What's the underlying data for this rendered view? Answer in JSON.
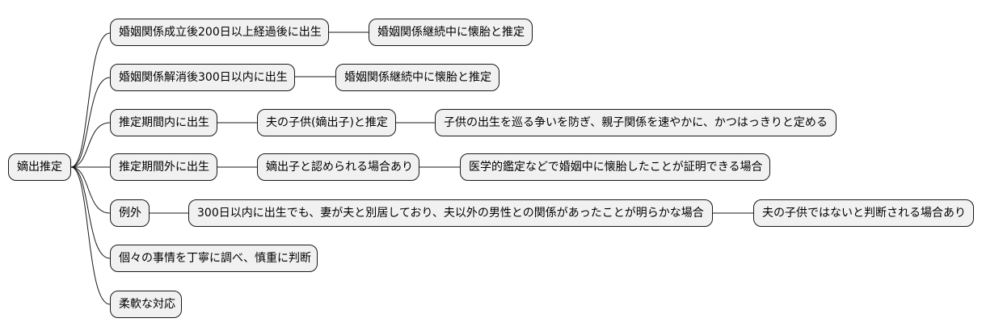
{
  "root": "嫡出推定",
  "branches": [
    {
      "label": "婚姻関係成立後200日以上経過後に出生",
      "children": [
        "婚姻関係継続中に懐胎と推定"
      ]
    },
    {
      "label": "婚姻関係解消後300日以内に出生",
      "children": [
        "婚姻関係継続中に懐胎と推定"
      ]
    },
    {
      "label": "推定期間内に出生",
      "children": [
        "夫の子供(嫡出子)と推定",
        "子供の出生を巡る争いを防ぎ、親子関係を速やかに、かつはっきりと定める"
      ]
    },
    {
      "label": "推定期間外に出生",
      "children": [
        "嫡出子と認められる場合あり",
        "医学的鑑定などで婚姻中に懐胎したことが証明できる場合"
      ]
    },
    {
      "label": "例外",
      "children": [
        "300日以内に出生でも、妻が夫と別居しており、夫以外の男性との関係があったことが明らかな場合",
        "夫の子供ではないと判断される場合あり"
      ]
    },
    {
      "label": "個々の事情を丁寧に調べ、慎重に判断",
      "children": []
    },
    {
      "label": "柔軟な対応",
      "children": []
    }
  ]
}
